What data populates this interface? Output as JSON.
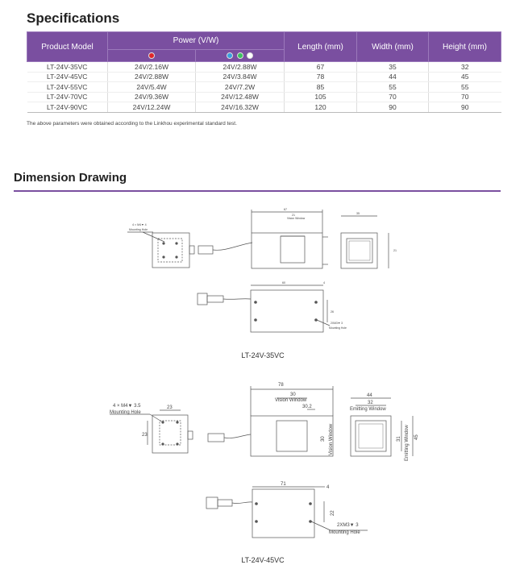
{
  "spec": {
    "title": "Specifications",
    "headers": {
      "product_model": "Product Model",
      "power": "Power (V/W)",
      "length": "Length (mm)",
      "width": "Width (mm)",
      "height": "Height (mm)"
    },
    "power_groups": [
      {
        "dots": [
          "#e0262a"
        ]
      },
      {
        "dots": [
          "#3aa0e0",
          "#3cc060",
          "#ffffff"
        ]
      }
    ],
    "rows": [
      {
        "model": "LT-24V-35VC",
        "power_a": "24V/2.16W",
        "power_b": "24V/2.88W",
        "length": "67",
        "width": "35",
        "height": "32"
      },
      {
        "model": "LT-24V-45VC",
        "power_a": "24V/2.88W",
        "power_b": "24V/3.84W",
        "length": "78",
        "width": "44",
        "height": "45"
      },
      {
        "model": "LT-24V-55VC",
        "power_a": "24V/5.4W",
        "power_b": "24V/7.2W",
        "length": "85",
        "width": "55",
        "height": "55"
      },
      {
        "model": "LT-24V-70VC",
        "power_a": "24V/9.36W",
        "power_b": "24V/12.48W",
        "length": "105",
        "width": "70",
        "height": "70"
      },
      {
        "model": "LT-24V-90VC",
        "power_a": "24V/12.24W",
        "power_b": "24V/16.32W",
        "length": "120",
        "width": "90",
        "height": "90"
      }
    ],
    "note": "The above parameters were obtained according to the Linkhou experimental standard test."
  },
  "dimension": {
    "title": "Dimension Drawing",
    "accent_color": "#7a4fa0",
    "drawing1": {
      "caption": "LT-24V-35VC",
      "labels": {
        "mount_text": "4 × M4▼ 4",
        "mount_hole": "Mounting Hole",
        "d_67": "67",
        "d_21": "21",
        "vision_window": "Vision Window",
        "d_35": "35",
        "d_21b": "21",
        "d_60": "60",
        "d_4": "4",
        "d_26": "26",
        "mount2_text": "2XM3▼ 3",
        "mount2_hole": "Mounting Hole"
      }
    },
    "drawing2": {
      "caption": "LT-24V-45VC",
      "labels": {
        "mount_text": "4 × M4▼ 3.5",
        "mount_hole": "Mounting Hole",
        "d_23": "23",
        "d_23v": "23",
        "d_78": "78",
        "d_30": "30",
        "vision_window": "Vision Window",
        "d_30_2": "30.2",
        "d_30v": "30",
        "vision_window_v": "Vision Window",
        "d_44": "44",
        "d_32": "32",
        "emitting_window": "Emitting Window",
        "d_31": "31",
        "d_45": "45",
        "emitting_window_v": "Emitting Window",
        "d_71": "71",
        "d_4": "4",
        "d_22": "22",
        "mount2_text": "2XM3▼ 3",
        "mount2_hole": "Mounting Hole"
      }
    }
  }
}
